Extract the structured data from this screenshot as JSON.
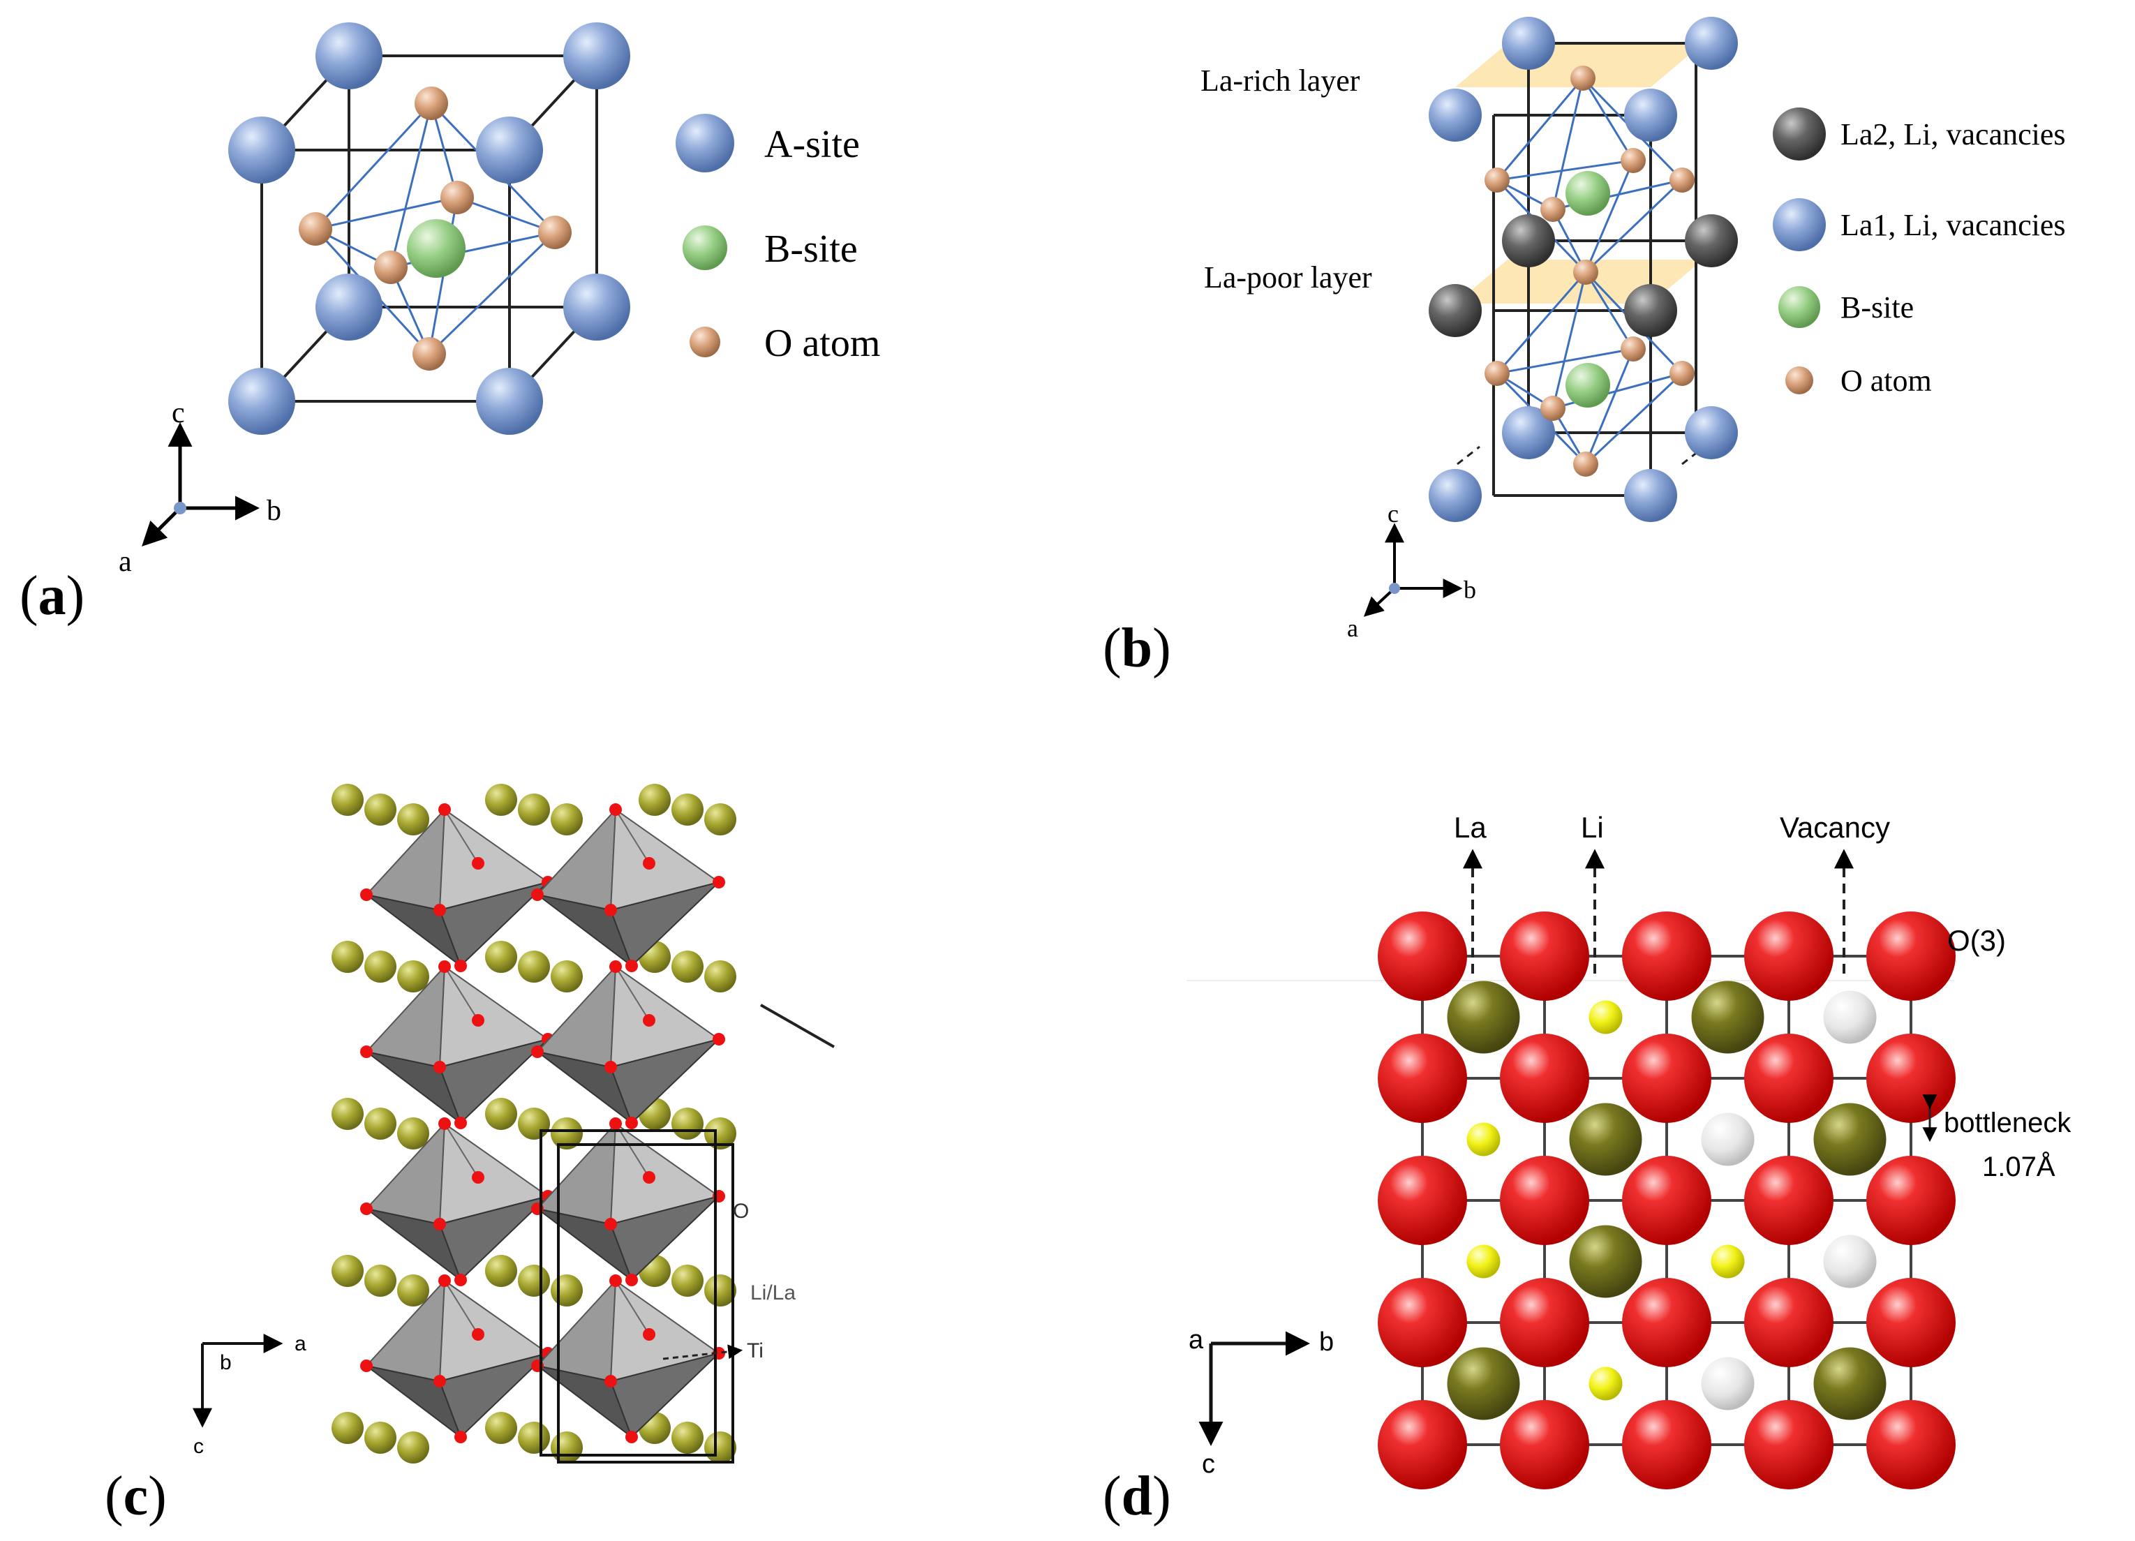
{
  "colors": {
    "a_site": "#8fa9d9",
    "b_site": "#98cf86",
    "o_atom": "#d9a27b",
    "la2": "#666666",
    "layer_band": "#fbe3a8",
    "octa_line": "#3d6fbf",
    "tio6": "#8c8c8c",
    "li_la": "#a8a832",
    "o_red": "#e21c1c",
    "la_olive": "#6b6b1a",
    "li_yellow": "#f2f21a",
    "vacancy": "#dedede"
  },
  "panel_a": {
    "label": "a",
    "legend": [
      {
        "name": "A-site",
        "icon": "a-site-sphere"
      },
      {
        "name": "B-site",
        "icon": "b-site-sphere"
      },
      {
        "name": "O atom",
        "icon": "o-atom-sphere"
      }
    ],
    "axes": {
      "c": "c",
      "b": "b",
      "a": "a"
    }
  },
  "panel_b": {
    "label": "b",
    "layer_labels": [
      "La-rich layer",
      "La-poor layer"
    ],
    "legend": [
      {
        "name": "La2, Li, vacancies",
        "icon": "la2-sphere"
      },
      {
        "name": "La1, Li, vacancies",
        "icon": "la1-sphere"
      },
      {
        "name": "B-site",
        "icon": "b-site-sphere"
      },
      {
        "name": "O atom",
        "icon": "o-atom-sphere"
      }
    ],
    "axes": {
      "c": "c",
      "b": "b",
      "a": "a"
    }
  },
  "panel_c": {
    "label": "c",
    "atom_labels": {
      "o": "O",
      "li_la": "Li/La",
      "ti": "Ti"
    },
    "axes": {
      "a": "a",
      "b": "b",
      "c": "c"
    }
  },
  "panel_d": {
    "label": "d",
    "top_labels": [
      "La",
      "Li",
      "Vacancy"
    ],
    "o_label": "O(3)",
    "bottleneck_label": "bottleneck",
    "bottleneck_value": "1.07Å",
    "axes": {
      "a": "a",
      "b": "b",
      "c": "c"
    }
  }
}
